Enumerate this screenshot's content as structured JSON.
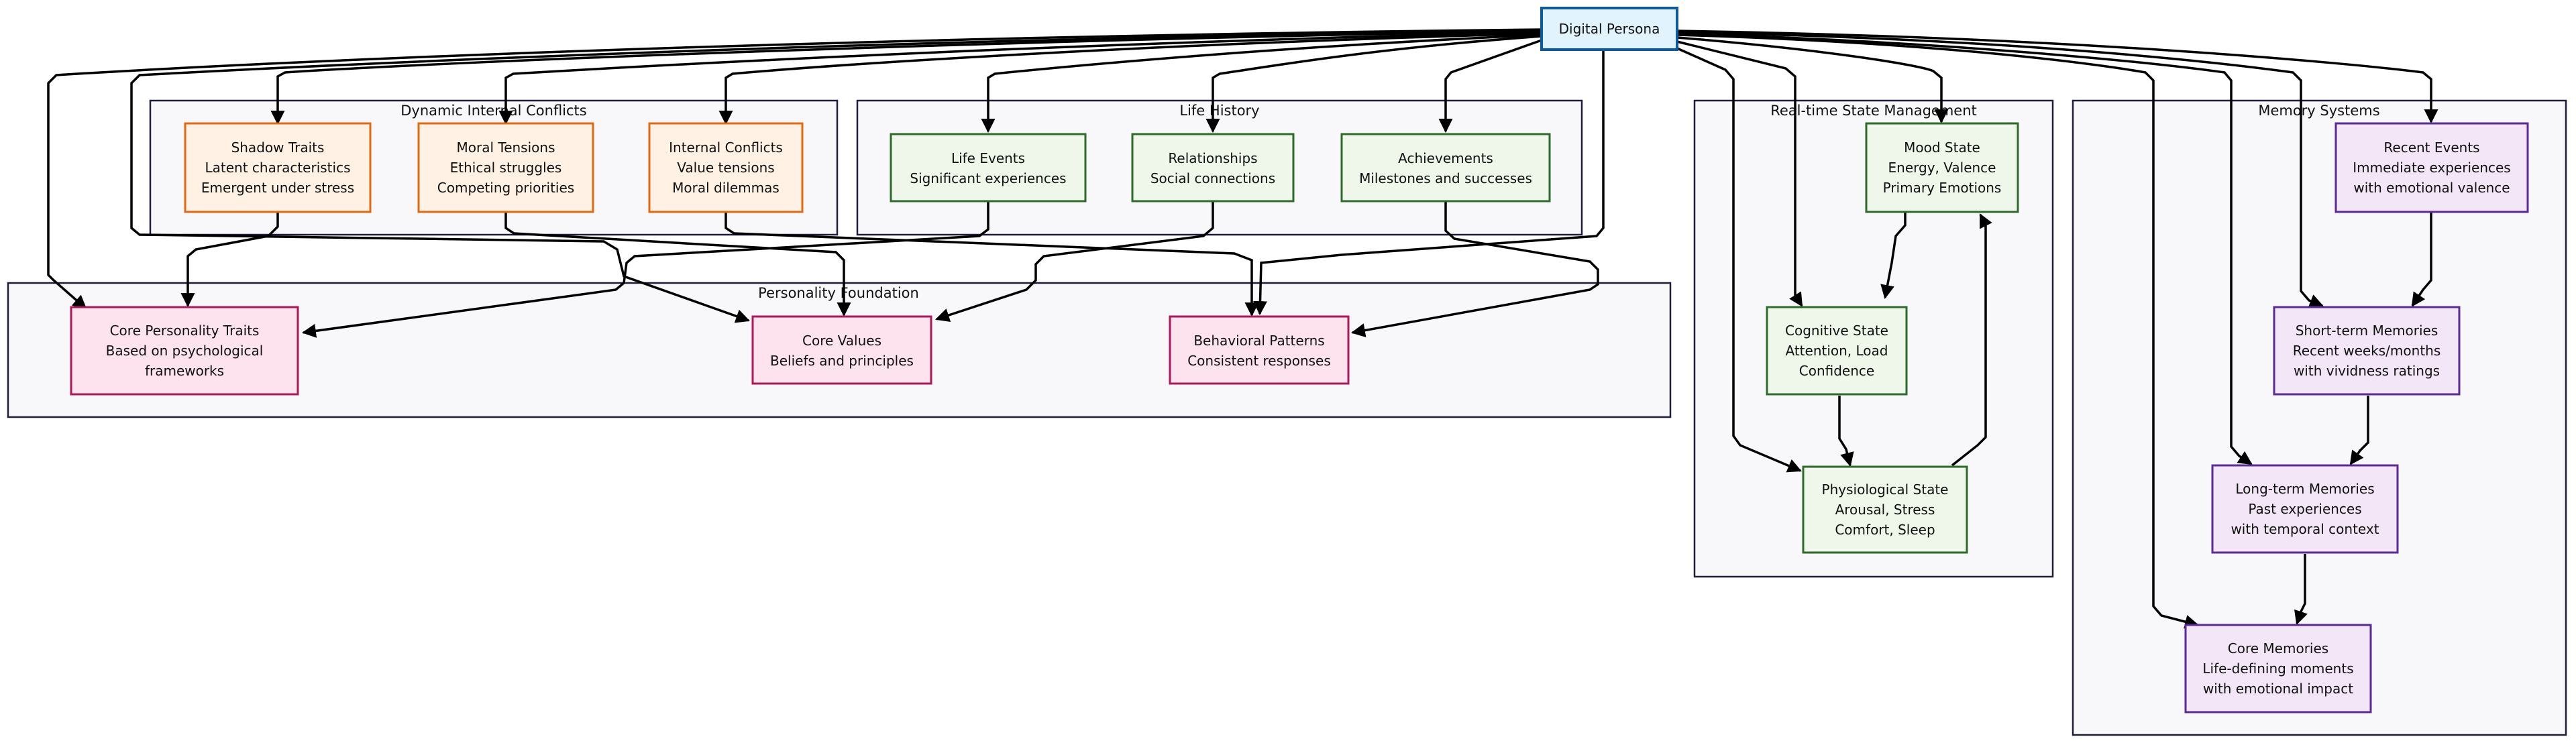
{
  "colors": {
    "root_fill": "#e1f3fc",
    "root_stroke": "#0d5a9e",
    "orange_fill": "#fff1e3",
    "orange_stroke": "#e06a10",
    "green_fill": "#eef7ea",
    "green_stroke": "#2e6b2a",
    "pink_fill": "#fce3ee",
    "pink_stroke": "#b0175a",
    "purple_fill": "#f2e6f7",
    "purple_stroke": "#5b2a9a"
  },
  "clusters": [
    {
      "id": "conflicts",
      "title": "Dynamic Internal Conflicts"
    },
    {
      "id": "history",
      "title": "Life History"
    },
    {
      "id": "personality",
      "title": "Personality Foundation"
    },
    {
      "id": "realtime",
      "title": "Real-time State Management"
    },
    {
      "id": "memory",
      "title": "Memory Systems"
    }
  ],
  "nodes": [
    {
      "id": "root",
      "style": "root",
      "lines": [
        "Digital Persona"
      ]
    },
    {
      "id": "shadow",
      "style": "orange",
      "lines": [
        "Shadow Traits",
        "Latent characteristics",
        "Emergent under stress"
      ]
    },
    {
      "id": "moral",
      "style": "orange",
      "lines": [
        "Moral Tensions",
        "Ethical struggles",
        "Competing priorities"
      ]
    },
    {
      "id": "internal",
      "style": "orange",
      "lines": [
        "Internal Conflicts",
        "Value tensions",
        "Moral dilemmas"
      ]
    },
    {
      "id": "lifeevents",
      "style": "green",
      "lines": [
        "Life Events",
        "Significant experiences"
      ]
    },
    {
      "id": "relationships",
      "style": "green",
      "lines": [
        "Relationships",
        "Social connections"
      ]
    },
    {
      "id": "achievements",
      "style": "green",
      "lines": [
        "Achievements",
        "Milestones and successes"
      ]
    },
    {
      "id": "core_traits",
      "style": "pink",
      "lines": [
        "Core Personality Traits",
        "Based on psychological",
        "frameworks"
      ]
    },
    {
      "id": "core_values",
      "style": "pink",
      "lines": [
        "Core Values",
        "Beliefs and principles"
      ]
    },
    {
      "id": "behavioral",
      "style": "pink",
      "lines": [
        "Behavioral Patterns",
        "Consistent responses"
      ]
    },
    {
      "id": "mood",
      "style": "green",
      "lines": [
        "Mood State",
        "Energy, Valence",
        "Primary Emotions"
      ]
    },
    {
      "id": "cognitive",
      "style": "green",
      "lines": [
        "Cognitive State",
        "Attention, Load",
        "Confidence"
      ]
    },
    {
      "id": "physio",
      "style": "green",
      "lines": [
        "Physiological State",
        "Arousal, Stress",
        "Comfort, Sleep"
      ]
    },
    {
      "id": "recent",
      "style": "purple",
      "lines": [
        "Recent Events",
        "Immediate experiences",
        "with emotional valence"
      ]
    },
    {
      "id": "shortterm",
      "style": "purple",
      "lines": [
        "Short-term Memories",
        "Recent weeks/months",
        "with vividness ratings"
      ]
    },
    {
      "id": "longterm",
      "style": "purple",
      "lines": [
        "Long-term Memories",
        "Past experiences",
        "with temporal context"
      ]
    },
    {
      "id": "corememories",
      "style": "purple",
      "lines": [
        "Core Memories",
        "Life-defining moments",
        "with emotional impact"
      ]
    }
  ],
  "edges": [
    {
      "from": "root",
      "to": "shadow"
    },
    {
      "from": "root",
      "to": "moral"
    },
    {
      "from": "root",
      "to": "internal"
    },
    {
      "from": "root",
      "to": "lifeevents"
    },
    {
      "from": "root",
      "to": "relationships"
    },
    {
      "from": "root",
      "to": "achievements"
    },
    {
      "from": "root",
      "to": "core_traits"
    },
    {
      "from": "root",
      "to": "core_values"
    },
    {
      "from": "root",
      "to": "behavioral"
    },
    {
      "from": "root",
      "to": "mood"
    },
    {
      "from": "root",
      "to": "cognitive"
    },
    {
      "from": "root",
      "to": "physio"
    },
    {
      "from": "root",
      "to": "recent"
    },
    {
      "from": "root",
      "to": "shortterm"
    },
    {
      "from": "root",
      "to": "longterm"
    },
    {
      "from": "root",
      "to": "corememories"
    },
    {
      "from": "shadow",
      "to": "core_traits"
    },
    {
      "from": "moral",
      "to": "core_values"
    },
    {
      "from": "internal",
      "to": "behavioral"
    },
    {
      "from": "lifeevents",
      "to": "core_traits"
    },
    {
      "from": "relationships",
      "to": "core_values"
    },
    {
      "from": "achievements",
      "to": "behavioral"
    },
    {
      "from": "mood",
      "to": "cognitive"
    },
    {
      "from": "cognitive",
      "to": "physio"
    },
    {
      "from": "physio",
      "to": "mood"
    },
    {
      "from": "recent",
      "to": "shortterm"
    },
    {
      "from": "shortterm",
      "to": "longterm"
    },
    {
      "from": "longterm",
      "to": "corememories"
    }
  ]
}
